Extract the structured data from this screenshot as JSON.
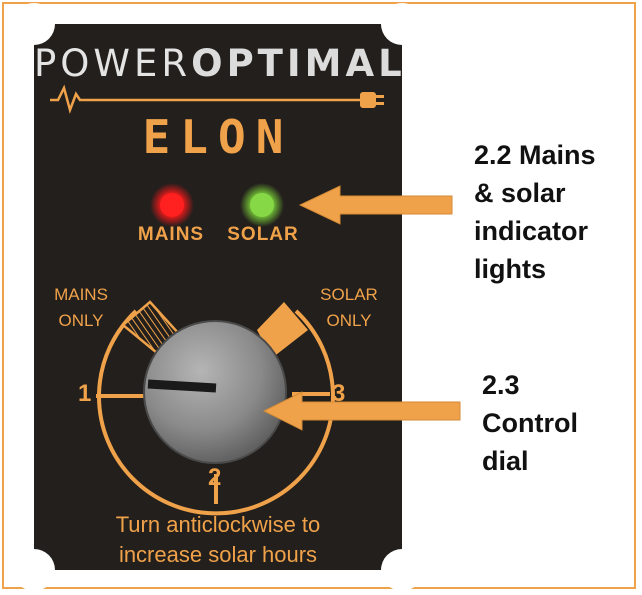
{
  "panel": {
    "brand_light": "POWER",
    "brand_bold": "OPTIMAL",
    "model": "ELON",
    "indicators": [
      {
        "label": "MAINS",
        "color": "#ff1a1a"
      },
      {
        "label": "SOLAR",
        "color": "#7bd13a"
      }
    ],
    "dial": {
      "zone_left": "MAINS\nONLY",
      "zone_right": "SOLAR\nONLY",
      "positions": [
        "1",
        "2",
        "3"
      ]
    },
    "instruction_line1": "Turn anticlockwise to",
    "instruction_line2": "increase solar hours"
  },
  "callouts": [
    {
      "text": "2.2 Mains\n& solar\nindicator\nlights"
    },
    {
      "text": "2.3\nControl\ndial"
    }
  ],
  "colors": {
    "accent": "#f0a24a",
    "panel": "#231f1c",
    "knob": "#8a8a8a"
  }
}
